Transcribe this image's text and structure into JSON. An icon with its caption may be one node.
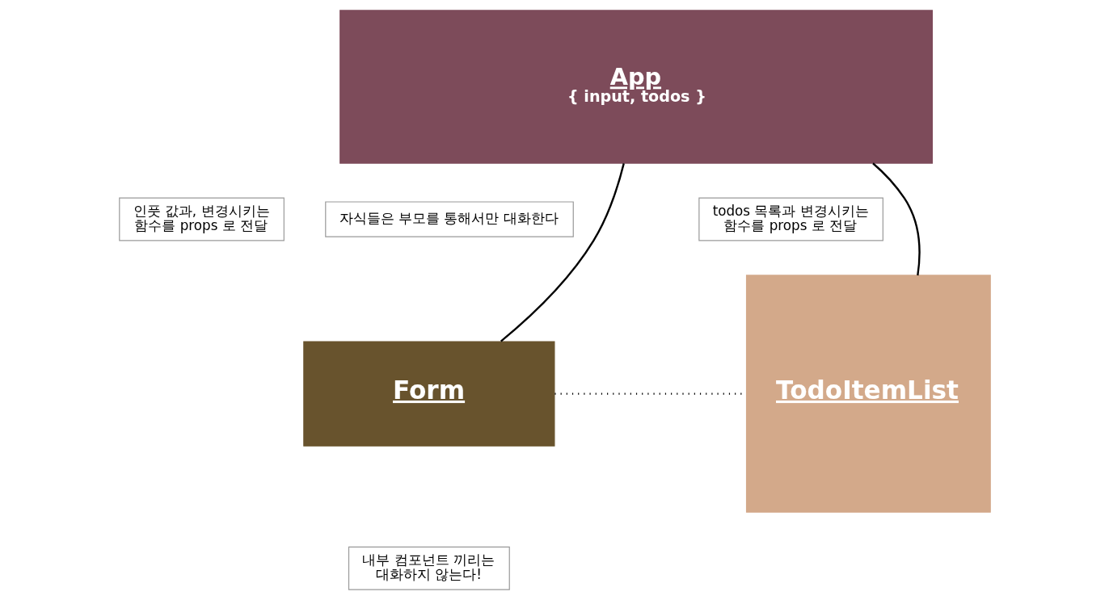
{
  "diagram": {
    "nodes": [
      {
        "text": [
          "App",
          "{ input, todos }"
        ]
      },
      {
        "text": [
          "자식들은 부모를 통해서만 대화한다"
        ]
      },
      {
        "text": [
          "인풋 값과, 변경시키는 함수를 props 로 전달"
        ]
      },
      {
        "text": [
          "todos 목록과 변경시키는 함수를 props 로 전달"
        ]
      },
      {
        "text": [
          "Form"
        ]
      },
      {
        "text": [
          "TodoItemList"
        ]
      },
      {
        "text": [
          "내부 컴포넌트 끼리는 대화하지 않는다!"
        ]
      }
    ],
    "edges": [
      {
        "from": 0,
        "to": 4,
        "arrow": "none"
      },
      {
        "from": 0,
        "to": 5,
        "arrow": "none"
      },
      {
        "from": 4,
        "to": 5,
        "arrow": "none",
        "style": "dashed"
      }
    ]
  }
}
